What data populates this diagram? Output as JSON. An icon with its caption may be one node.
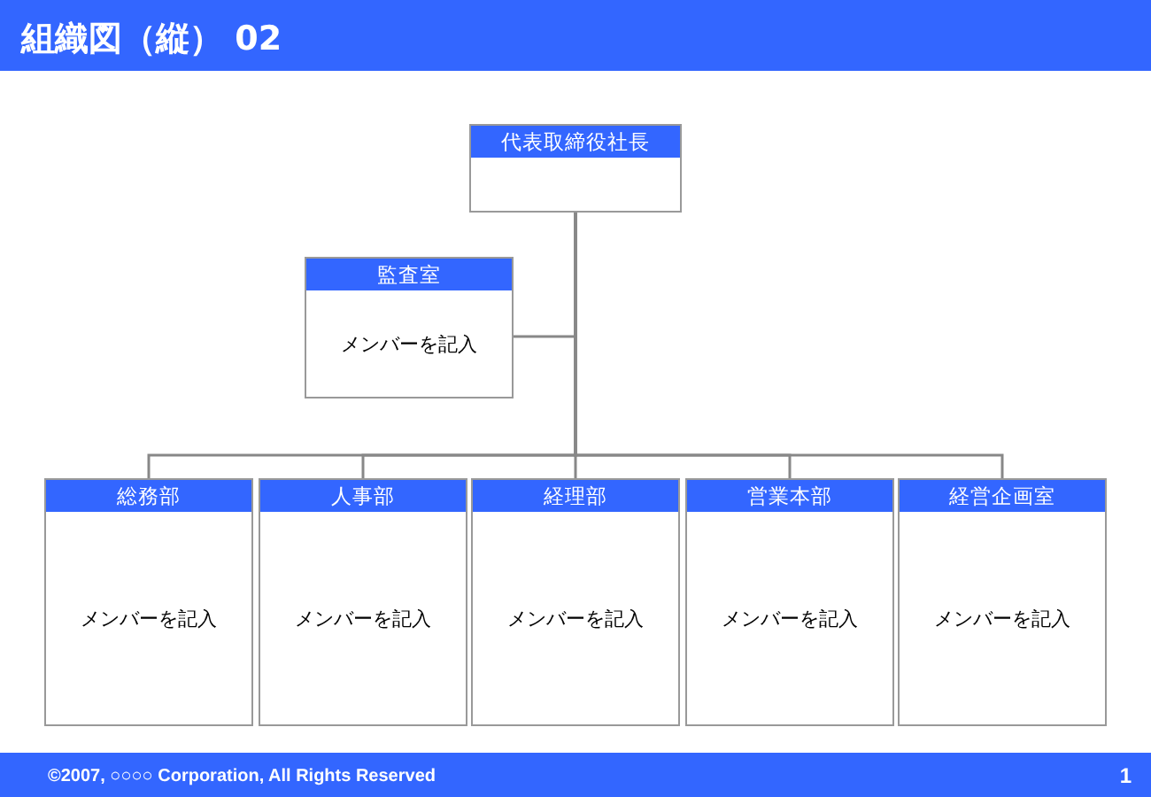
{
  "diagram": {
    "title": "組織図（縦） 02",
    "nodes": [
      {
        "text": [
          "代表取締役社長"
        ]
      },
      {
        "text": [
          "監査室",
          "メンバーを記入"
        ]
      },
      {
        "text": [
          "総務部",
          "メンバーを記入"
        ]
      },
      {
        "text": [
          "人事部",
          "メンバーを記入"
        ]
      },
      {
        "text": [
          "経理部",
          "メンバーを記入"
        ]
      },
      {
        "text": [
          "営業本部",
          "メンバーを記入"
        ]
      },
      {
        "text": [
          "経営企画室",
          "メンバーを記入"
        ]
      }
    ],
    "edges": [
      {
        "from": 0,
        "to": 1,
        "arrow": "none"
      },
      {
        "from": 0,
        "to": 2,
        "arrow": "none"
      },
      {
        "from": 0,
        "to": 3,
        "arrow": "none"
      },
      {
        "from": 0,
        "to": 4,
        "arrow": "none"
      },
      {
        "from": 0,
        "to": 5,
        "arrow": "none"
      },
      {
        "from": 0,
        "to": 6,
        "arrow": "none"
      }
    ],
    "labels": [
      "©2007, ○○○○ Corporation, All Rights Reserved",
      "1"
    ]
  }
}
